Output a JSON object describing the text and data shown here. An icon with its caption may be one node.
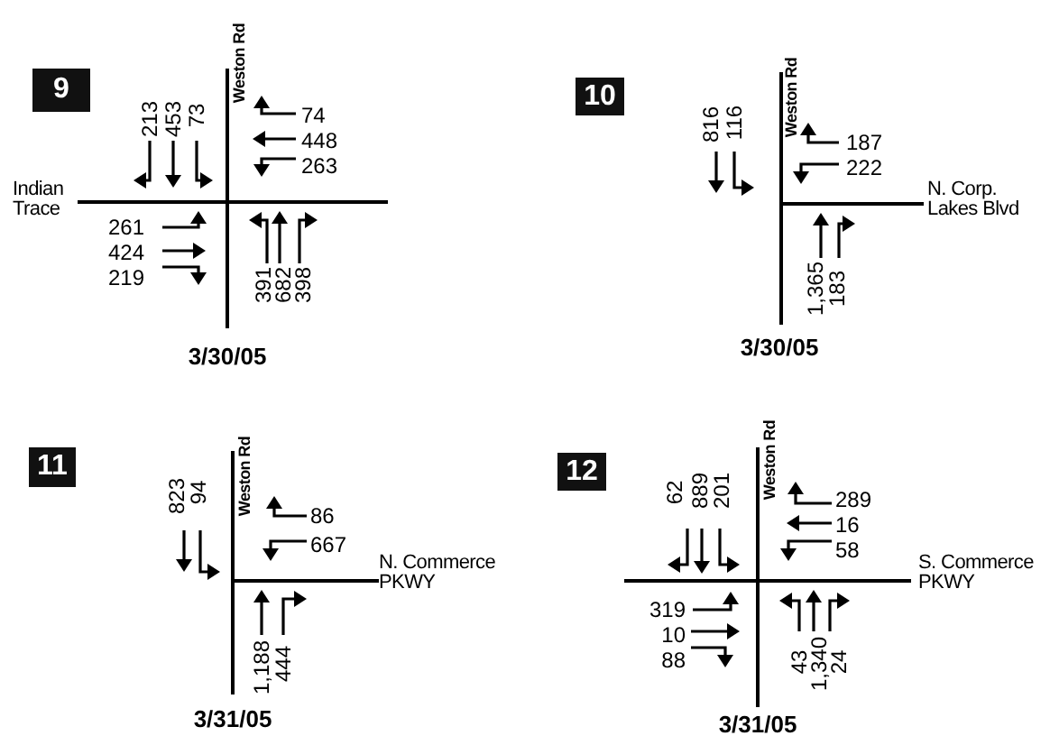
{
  "diagram": {
    "nodes": [
      {
        "text": [
          "9"
        ]
      },
      {
        "text": [
          "10"
        ]
      },
      {
        "text": [
          "11"
        ]
      },
      {
        "text": [
          "12"
        ]
      }
    ],
    "labels": [
      "Weston Rd",
      "213",
      "453",
      "73",
      "74",
      "448",
      "263",
      "Indian Trace",
      "261",
      "424",
      "219",
      "391",
      "682",
      "398",
      "3/30/05",
      "Weston Rd",
      "816",
      "116",
      "187",
      "222",
      "N. Corp. Lakes Blvd",
      "1,365",
      "183",
      "3/30/05",
      "Weston Rd",
      "823",
      "94",
      "86",
      "667",
      "N. Commerce PKWY",
      "1,188",
      "444",
      "3/31/05",
      "Weston Rd",
      "62",
      "889",
      "201",
      "289",
      "16",
      "58",
      "S. Commerce PKWY",
      "319",
      "10",
      "88",
      "43",
      "1,340",
      "24",
      "3/31/05"
    ]
  }
}
